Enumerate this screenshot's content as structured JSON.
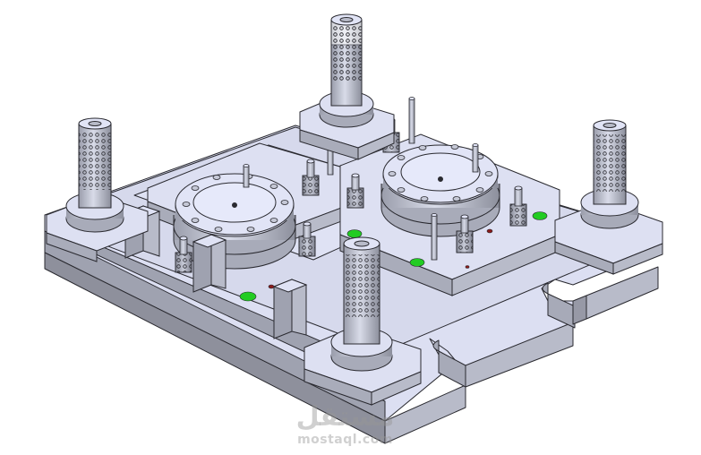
{
  "image": {
    "subject": "Progressive stamping die set, isometric CAD render",
    "background": "#ffffff"
  },
  "colors": {
    "top_face": "#dcdff2",
    "side_face_light": "#b8bbc9",
    "side_face_dark": "#8e909c",
    "edge": "#2a2a30",
    "green_marker": "#22cc22",
    "red_marker": "#8a1a1a"
  },
  "components": {
    "guide_bushings": [
      {
        "id": "back",
        "label": "guide-bushing-back"
      },
      {
        "id": "left",
        "label": "guide-bushing-left"
      },
      {
        "id": "right",
        "label": "guide-bushing-right"
      },
      {
        "id": "front",
        "label": "guide-bushing-front"
      }
    ],
    "round_punches": [
      {
        "id": "left",
        "label": "round-flange-left"
      },
      {
        "id": "right",
        "label": "round-flange-right"
      }
    ]
  },
  "watermark": {
    "arabic": "مستقل",
    "latin": "mostaql.com"
  }
}
